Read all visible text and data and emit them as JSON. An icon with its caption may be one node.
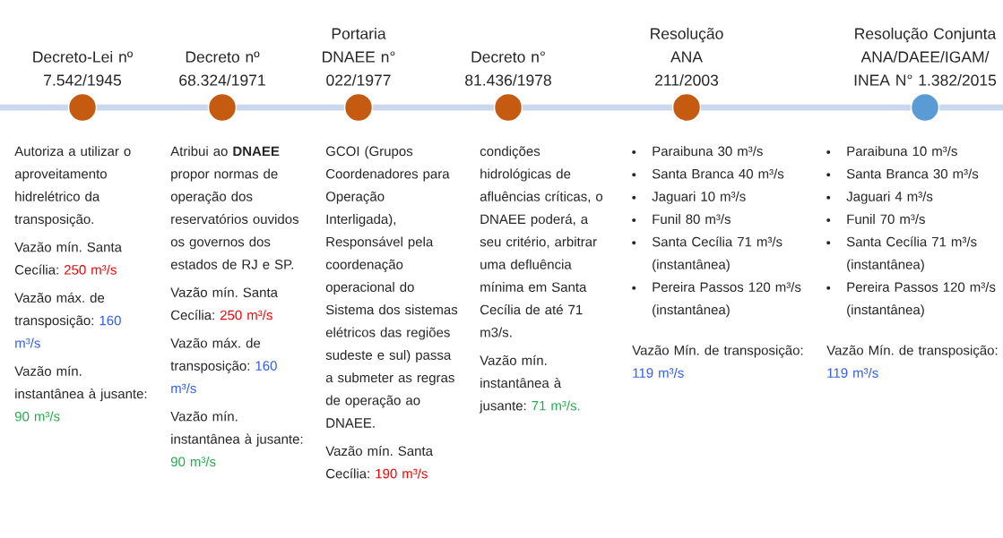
{
  "diagram": {
    "nodes": [
      {
        "text": [],
        "shape": "circle",
        "beside": [
          "Decreto-Lei nº 7.542/1945",
          "Autoriza a utilizar o aproveitamento hidrelétrico da transposição.",
          "Vazão mín. Santa Cecília:",
          "250 m³/s",
          "Vazão máx. de transposição:",
          "160 m³/s",
          "Vazão mín. instantânea à jusante:",
          "90 m³/s"
        ]
      },
      {
        "text": [],
        "shape": "circle",
        "beside": [
          "Decreto nº 68.324/1971",
          "Atribui ao **DNAEE** propor normas de operação dos reservatórios ouvidos os governos dos estados de RJ e SP.",
          "Vazão mín. Santa Cecília:",
          "250 m³/s",
          "Vazão máx. de transposição:",
          "160 m³/s",
          "Vazão mín. instantânea à jusante:",
          "90 m³/s"
        ]
      },
      {
        "text": [],
        "shape": "circle",
        "beside": [
          "Portaria DNAEE n° 022/1977",
          "GCOI (Grupos Coordenadores para Operação Interligada), Responsável pela coordenação operacional do Sistema dos sistemas elétricos das regiões sudeste e sul) passa a submeter as regras de operação ao DNAEE.",
          "Vazão mín. Santa Cecília:",
          "190 m³/s"
        ]
      },
      {
        "text": [],
        "shape": "circle",
        "beside": [
          "Decreto n° 81.436/1978",
          "condições hidrológicas de afluências críticas, o DNAEE poderá, a seu critério, arbitrar uma defluência mínima em Santa Cecília de até 71 m3/s.",
          "Vazão mín. instantânea à jusante:",
          "71 m³/s."
        ]
      },
      {
        "text": [],
        "shape": "circle",
        "beside": [
          "Resolução ANA 211/2003",
          "Paraibuna 30 m³/s",
          "Santa Branca 40 m³/s",
          "Jaguari 10 m³/s",
          "Funil 80 m³/s",
          "Santa Cecília 71 m³/s (instantânea)",
          "Pereira Passos 120 m³/s (instantânea)",
          "Vazão Mín. de transposição:",
          "119 m³/s"
        ]
      },
      {
        "text": [],
        "shape": "circle",
        "beside": [
          "Resolução Conjunta ANA/DAEE/IGAM/ INEA N° 1.382/2015",
          "Paraibuna 10 m³/s",
          "Santa Branca 30 m³/s",
          "Jaguari 4 m³/s",
          "Funil 70 m³/s",
          "Santa Cecília 71 m³/s (instantânea)",
          "Pereira Passos 120 m³/s (instantânea)",
          "Vazão Mín. de transposição:",
          "119 m³/s"
        ]
      }
    ]
  }
}
